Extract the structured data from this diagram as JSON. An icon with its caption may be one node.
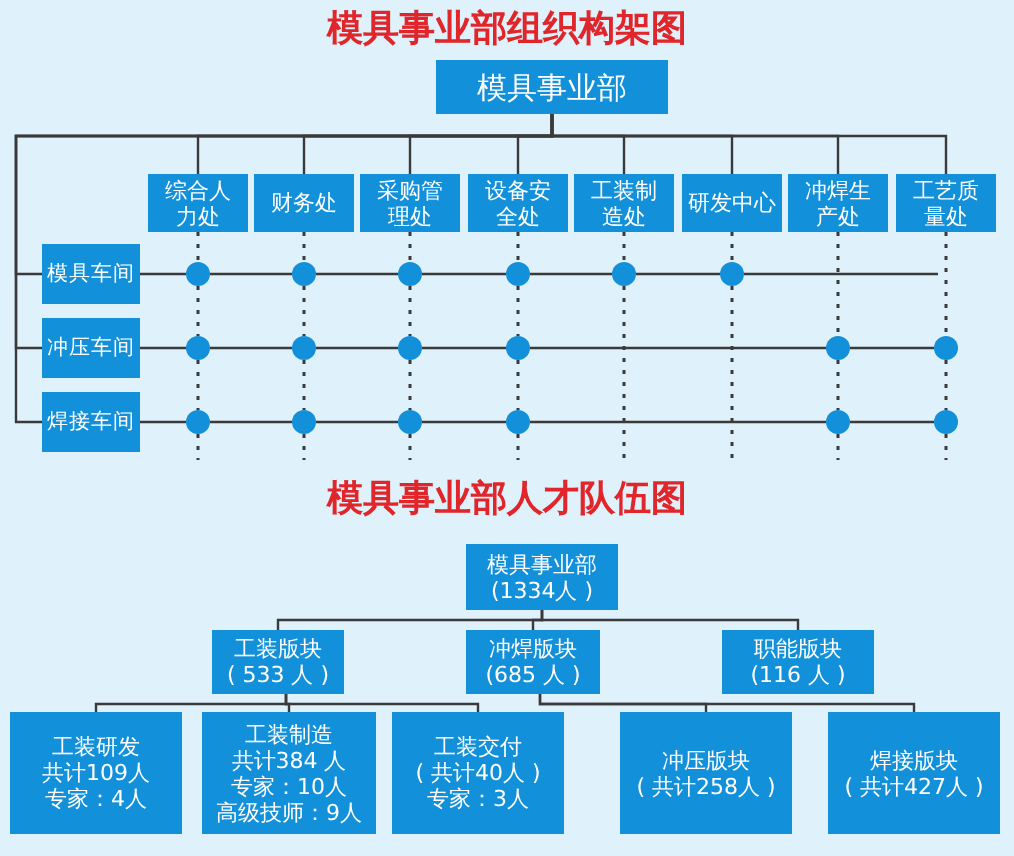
{
  "diagram": {
    "title": "模具事业部组织构架图",
    "nodes": [
      {
        "text": [
          "模具事业部"
        ]
      },
      {
        "text": [
          "综合人力处"
        ]
      },
      {
        "text": [
          "财务处"
        ]
      },
      {
        "text": [
          "采购管理处"
        ]
      },
      {
        "text": [
          "设备安全处"
        ]
      },
      {
        "text": [
          "工装制造处"
        ]
      },
      {
        "text": [
          "研发中心"
        ]
      },
      {
        "text": [
          "冲焊生产处"
        ]
      },
      {
        "text": [
          "工艺质量处"
        ]
      },
      {
        "text": [
          "模具车间"
        ]
      },
      {
        "text": [
          "冲压车间"
        ]
      },
      {
        "text": [
          "焊接车间"
        ]
      },
      {
        "text": [],
        "shape": "circle"
      },
      {
        "text": [],
        "shape": "circle"
      },
      {
        "text": [],
        "shape": "circle"
      },
      {
        "text": [],
        "shape": "circle"
      },
      {
        "text": [],
        "shape": "circle"
      },
      {
        "text": [],
        "shape": "circle"
      },
      {
        "text": [],
        "shape": "circle"
      },
      {
        "text": [],
        "shape": "circle"
      },
      {
        "text": [],
        "shape": "circle"
      },
      {
        "text": [],
        "shape": "circle"
      },
      {
        "text": [],
        "shape": "circle"
      },
      {
        "text": [],
        "shape": "circle"
      },
      {
        "text": [],
        "shape": "circle"
      },
      {
        "text": [],
        "shape": "circle"
      },
      {
        "text": [],
        "shape": "circle"
      },
      {
        "text": [],
        "shape": "circle"
      },
      {
        "text": [],
        "shape": "circle"
      },
      {
        "text": [],
        "shape": "circle"
      },
      {
        "text": [
          "模具事业部",
          "(1334人 )"
        ]
      },
      {
        "text": [
          "工装版块",
          "( 533 人 )"
        ]
      },
      {
        "text": [
          "冲焊版块",
          "(685 人 )"
        ]
      },
      {
        "text": [
          "职能版块",
          "(116 人 )"
        ]
      },
      {
        "text": [
          "工装研发",
          "共计109人",
          "专家：4人"
        ]
      },
      {
        "text": [
          "工装制造",
          "共计384 人",
          "专家：10人",
          "高级技师：9人"
        ]
      },
      {
        "text": [
          "工装交付",
          "( 共计40人 )",
          "专家：3人"
        ]
      },
      {
        "text": [
          "冲压版块",
          "( 共计258人 )"
        ]
      },
      {
        "text": [
          "焊接版块",
          "( 共计427人 )"
        ]
      }
    ],
    "edges": [
      {
        "from": 0,
        "to": 1,
        "arrow": "none"
      },
      {
        "from": 0,
        "to": 2,
        "arrow": "none"
      },
      {
        "from": 0,
        "to": 3,
        "arrow": "none"
      },
      {
        "from": 0,
        "to": 4,
        "arrow": "none"
      },
      {
        "from": 0,
        "to": 5,
        "arrow": "none"
      },
      {
        "from": 0,
        "to": 6,
        "arrow": "none"
      },
      {
        "from": 0,
        "to": 7,
        "arrow": "none"
      },
      {
        "from": 0,
        "to": 8,
        "arrow": "none"
      },
      {
        "from": 0,
        "to": 9,
        "arrow": "none"
      },
      {
        "from": 0,
        "to": 10,
        "arrow": "none"
      },
      {
        "from": 0,
        "to": 11,
        "arrow": "none"
      },
      {
        "from": 9,
        "to": 12,
        "arrow": "none"
      },
      {
        "from": 12,
        "to": 13,
        "arrow": "none"
      },
      {
        "from": 13,
        "to": 14,
        "arrow": "none"
      },
      {
        "from": 14,
        "to": 15,
        "arrow": "none"
      },
      {
        "from": 15,
        "to": 16,
        "arrow": "none"
      },
      {
        "from": 16,
        "to": 17,
        "arrow": "none"
      },
      {
        "from": 17,
        "to": null,
        "arrow": "none"
      },
      {
        "from": 10,
        "to": 18,
        "arrow": "none"
      },
      {
        "from": 18,
        "to": 19,
        "arrow": "none"
      },
      {
        "from": 19,
        "to": 20,
        "arrow": "none"
      },
      {
        "from": 20,
        "to": 21,
        "arrow": "none"
      },
      {
        "from": 21,
        "to": 22,
        "arrow": "none"
      },
      {
        "from": 22,
        "to": 23,
        "arrow": "none"
      },
      {
        "from": 11,
        "to": 24,
        "arrow": "none"
      },
      {
        "from": 24,
        "to": 25,
        "arrow": "none"
      },
      {
        "from": 25,
        "to": 26,
        "arrow": "none"
      },
      {
        "from": 26,
        "to": 27,
        "arrow": "none"
      },
      {
        "from": 27,
        "to": 28,
        "arrow": "none"
      },
      {
        "from": 28,
        "to": 29,
        "arrow": "none"
      },
      {
        "from": 1,
        "to": 12,
        "arrow": "none",
        "style": "dashed"
      },
      {
        "from": 12,
        "to": 18,
        "arrow": "none",
        "style": "dashed"
      },
      {
        "from": 18,
        "to": 24,
        "arrow": "none",
        "style": "dashed"
      },
      {
        "from": 24,
        "to": null,
        "arrow": "none",
        "style": "dashed"
      },
      {
        "from": 2,
        "to": 13,
        "arrow": "none",
        "style": "dashed"
      },
      {
        "from": 13,
        "to": 19,
        "arrow": "none",
        "style": "dashed"
      },
      {
        "from": 19,
        "to": 25,
        "arrow": "none",
        "style": "dashed"
      },
      {
        "from": 25,
        "to": null,
        "arrow": "none",
        "style": "dashed"
      },
      {
        "from": 3,
        "to": 14,
        "arrow": "none",
        "style": "dashed"
      },
      {
        "from": 14,
        "to": 20,
        "arrow": "none",
        "style": "dashed"
      },
      {
        "from": 20,
        "to": 26,
        "arrow": "none",
        "style": "dashed"
      },
      {
        "from": 26,
        "to": null,
        "arrow": "none",
        "style": "dashed"
      },
      {
        "from": 4,
        "to": 15,
        "arrow": "none",
        "style": "dashed"
      },
      {
        "from": 15,
        "to": 21,
        "arrow": "none",
        "style": "dashed"
      },
      {
        "from": 21,
        "to": 27,
        "arrow": "none",
        "style": "dashed"
      },
      {
        "from": 27,
        "to": null,
        "arrow": "none",
        "style": "dashed"
      },
      {
        "from": 5,
        "to": 16,
        "arrow": "none",
        "style": "dashed"
      },
      {
        "from": 16,
        "to": null,
        "arrow": "none",
        "style": "dashed"
      },
      {
        "from": 6,
        "to": 17,
        "arrow": "none",
        "style": "dashed"
      },
      {
        "from": 17,
        "to": null,
        "arrow": "none",
        "style": "dashed"
      },
      {
        "from": 7,
        "to": 22,
        "arrow": "none",
        "style": "dashed"
      },
      {
        "from": 22,
        "to": 28,
        "arrow": "none",
        "style": "dashed"
      },
      {
        "from": 28,
        "to": null,
        "arrow": "none",
        "style": "dashed"
      },
      {
        "from": 8,
        "to": 23,
        "arrow": "none",
        "style": "dashed"
      },
      {
        "from": 23,
        "to": 29,
        "arrow": "none",
        "style": "dashed"
      },
      {
        "from": 29,
        "to": null,
        "arrow": "none",
        "style": "dashed"
      },
      {
        "from": 30,
        "to": 31,
        "arrow": "none"
      },
      {
        "from": 30,
        "to": 32,
        "arrow": "none"
      },
      {
        "from": 30,
        "to": 33,
        "arrow": "none"
      },
      {
        "from": 31,
        "to": 34,
        "arrow": "none"
      },
      {
        "from": 31,
        "to": 35,
        "arrow": "none"
      },
      {
        "from": 31,
        "to": 36,
        "arrow": "none"
      },
      {
        "from": 32,
        "to": 37,
        "arrow": "none"
      },
      {
        "from": 32,
        "to": 38,
        "arrow": "none"
      }
    ],
    "labels": [
      "模具事业部人才队伍图"
    ]
  }
}
